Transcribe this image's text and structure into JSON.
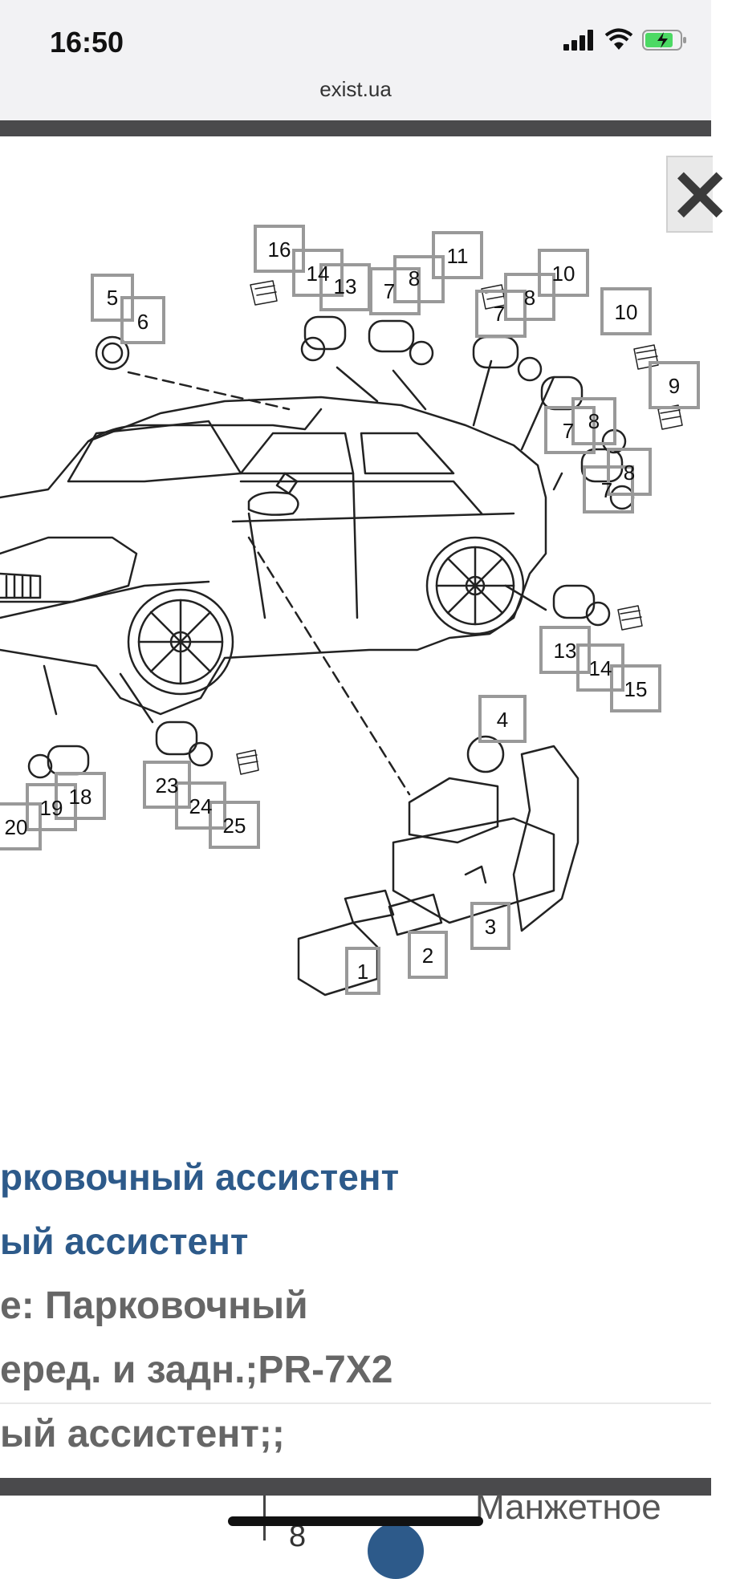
{
  "status_bar": {
    "time": "16:50",
    "url": "exist.ua",
    "icons": [
      "cellular-signal-icon",
      "wifi-icon",
      "battery-charging-icon"
    ]
  },
  "modal": {
    "close_label": "×"
  },
  "diagram": {
    "callouts": [
      "16",
      "14",
      "13",
      "7",
      "8",
      "11",
      "10",
      "8",
      "7",
      "10",
      "9",
      "5",
      "6",
      "7",
      "8",
      "7",
      "8",
      "13",
      "14",
      "15",
      "4",
      "18",
      "19",
      "20",
      "23",
      "24",
      "25",
      "1",
      "2",
      "3"
    ]
  },
  "text_lines": {
    "line1": "рковочный ассистент",
    "line2": "ый ассистент",
    "line3": "е: Парковочный",
    "line4": "еред. и задн.;PR-7X2",
    "line5": "ый ассистент;;"
  },
  "bottom": {
    "partial_title": "Манжетное",
    "partial_number": "8"
  },
  "colors": {
    "heading_blue": "#2d5a8a",
    "body_gray": "#666666",
    "bar_dark": "#4a4a4c"
  }
}
